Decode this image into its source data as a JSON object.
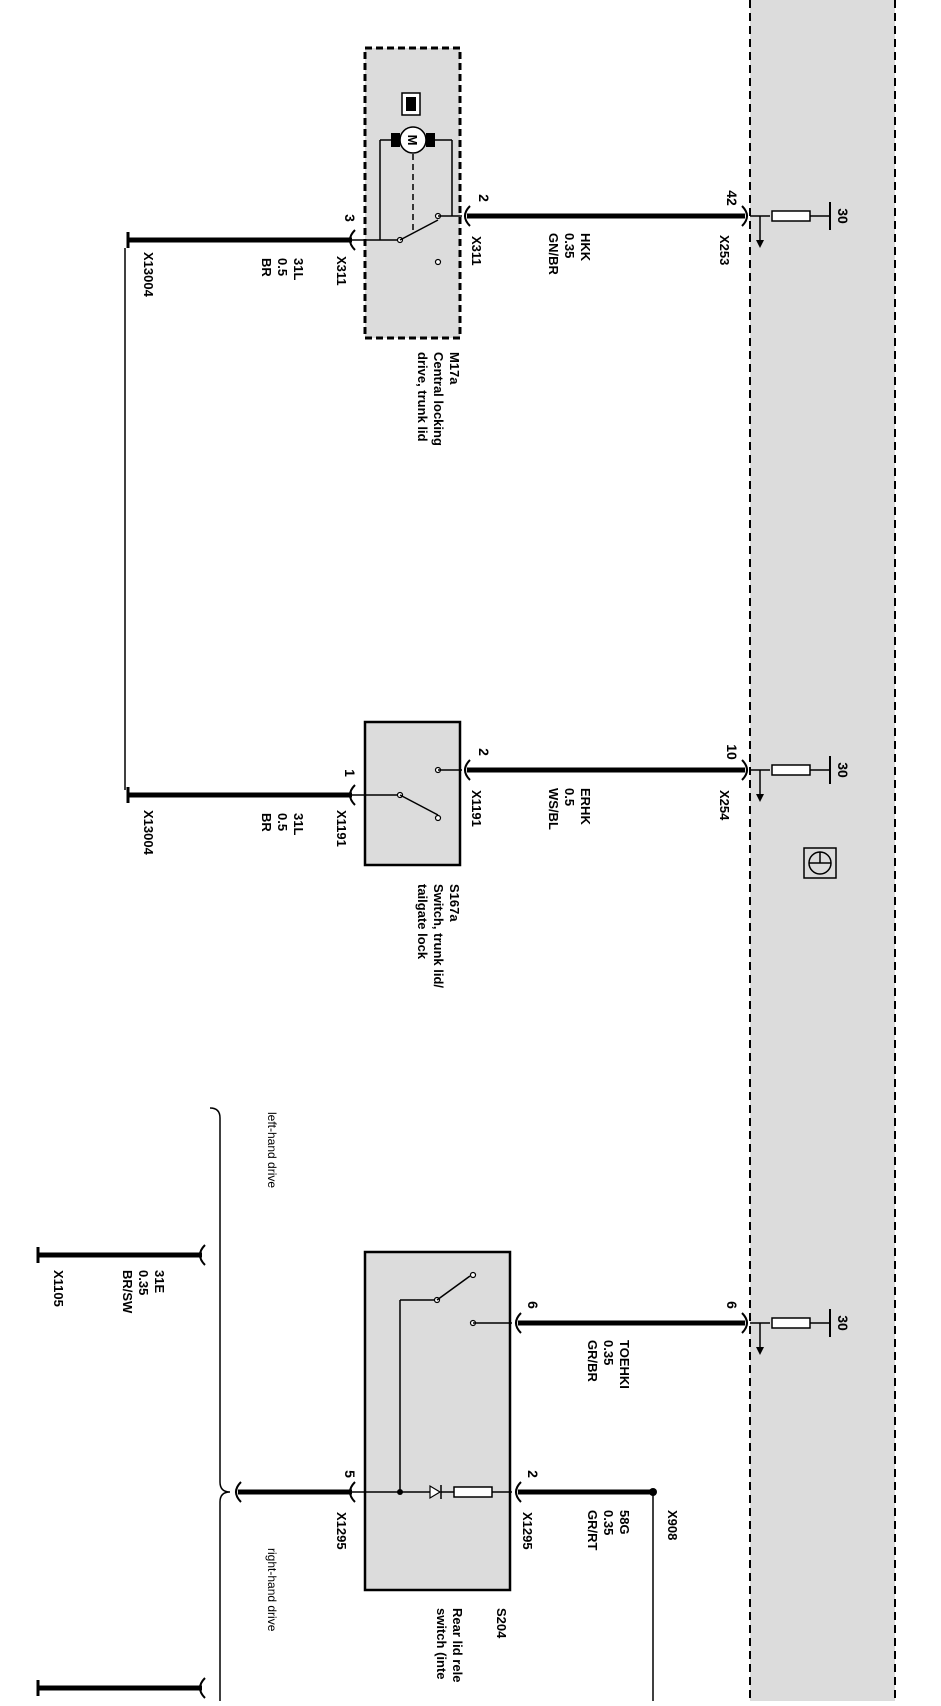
{
  "ecu": {
    "terminals": [
      {
        "pin": "42",
        "connector": "X253",
        "supply": "30"
      },
      {
        "pin": "10",
        "connector": "X254",
        "supply": "30"
      },
      {
        "pin": "6",
        "connector": "",
        "supply": "30"
      }
    ]
  },
  "components": {
    "m17a": {
      "id": "M17a",
      "desc1": "Central locking",
      "desc2": "drive, trunk lid",
      "motor_symbol": "M",
      "pin_in": "2",
      "pin_gnd": "3",
      "connector": "X311"
    },
    "s167a": {
      "id": "S167a",
      "desc1": "Switch, trunk lid/",
      "desc2": "tailgate lock",
      "pin_in": "2",
      "pin_gnd": "1",
      "connector": "X1191"
    },
    "s204": {
      "id": "S204",
      "desc1": "Rear lid rele",
      "desc2": "switch (inte",
      "pin_a": "6",
      "pin_b": "2",
      "pin_gnd": "5",
      "connector": "X1295"
    }
  },
  "wires": {
    "hkk": {
      "name": "HKK",
      "size": "0.35",
      "color": "GN/BR"
    },
    "erhk": {
      "name": "ERHK",
      "size": "0.5",
      "color": "WS/BL"
    },
    "toehki": {
      "name": "TOEHKI",
      "size": "0.35",
      "color": "GR/BR"
    },
    "g58": {
      "name": "58G",
      "size": "0.35",
      "color": "GR/RT",
      "connector": "X908"
    },
    "gnd1": {
      "name": "31L",
      "size": "0.5",
      "color": "BR"
    },
    "gnd2": {
      "name": "31L",
      "size": "0.5",
      "color": "BR"
    },
    "gnd3": {
      "name": "31E",
      "size": "0.35",
      "color": "BR/SW",
      "connector": "X1105"
    }
  },
  "grounds": {
    "top": "X13004",
    "middle": "X13004"
  },
  "notes": {
    "lhd": "left-hand drive",
    "rhd": "right-hand drive"
  }
}
